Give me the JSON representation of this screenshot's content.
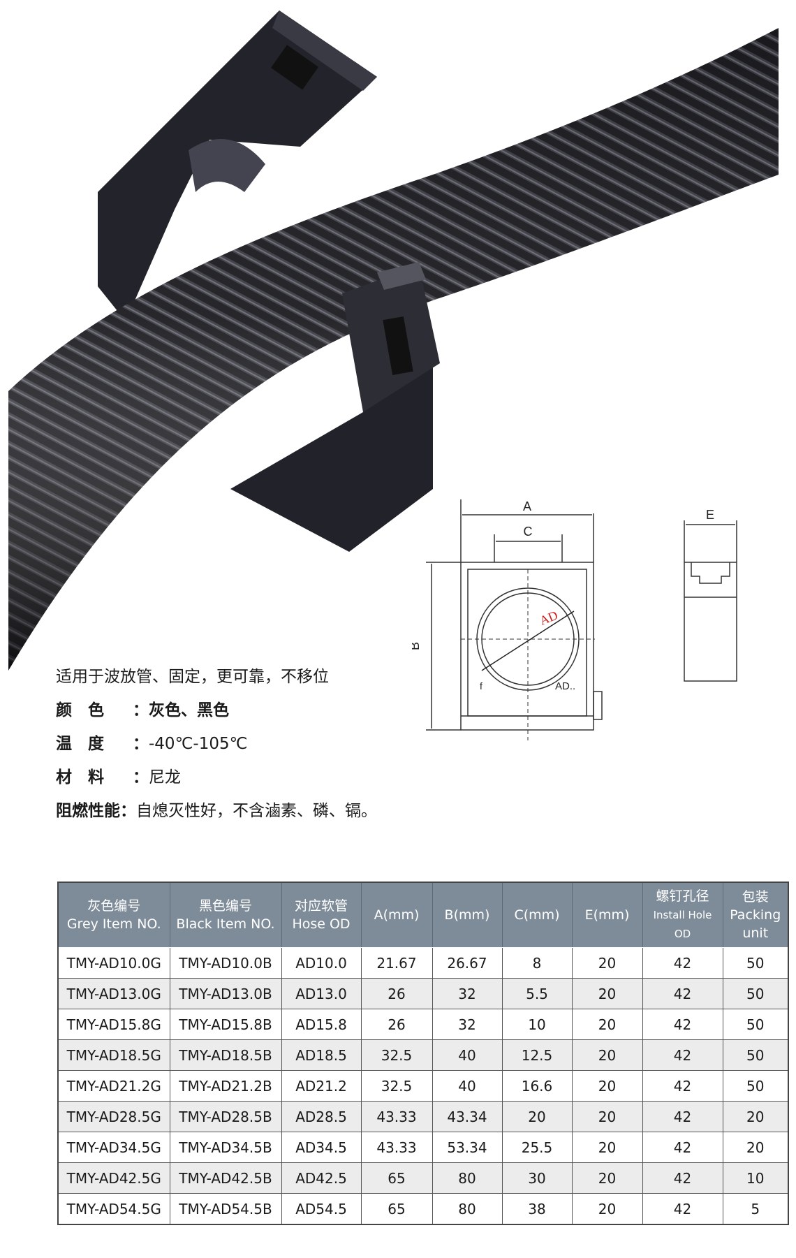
{
  "description": {
    "intro": "适用于波放管、固定，更可靠，不移位",
    "rows": [
      {
        "label": "颜　色",
        "value": "灰色、黑色",
        "bold_value": true
      },
      {
        "label": "温　度",
        "value": "-40℃-105℃",
        "bold_value": false
      },
      {
        "label": "材　料",
        "value": "尼龙",
        "bold_value": false
      },
      {
        "label": "阻燃性能",
        "value": "自熄灭性好，不含滷素、磷、镉。",
        "bold_value": false
      }
    ]
  },
  "drawing": {
    "label_a": "A",
    "label_b": "B",
    "label_c": "C",
    "label_e": "E",
    "label_ad": "AD",
    "label_ad_small": "AD..",
    "label_f": "f"
  },
  "table": {
    "headers": [
      {
        "line1": "灰色编号",
        "line2": "Grey Item NO."
      },
      {
        "line1": "黑色编号",
        "line2": "Black Item NO."
      },
      {
        "line1": "对应软管",
        "line2": "Hose OD"
      },
      {
        "line1": "A(mm)",
        "line2": ""
      },
      {
        "line1": "B(mm)",
        "line2": ""
      },
      {
        "line1": "C(mm)",
        "line2": ""
      },
      {
        "line1": "E(mm)",
        "line2": ""
      },
      {
        "line1": "螺钉孔径",
        "line2": "Install Hole OD"
      },
      {
        "line1": "包装",
        "line2": "Packing",
        "line3": "unit"
      }
    ],
    "rows": [
      [
        "TMY-AD10.0G",
        "TMY-AD10.0B",
        "AD10.0",
        "21.67",
        "26.67",
        "8",
        "20",
        "42",
        "50"
      ],
      [
        "TMY-AD13.0G",
        "TMY-AD13.0B",
        "AD13.0",
        "26",
        "32",
        "5.5",
        "20",
        "42",
        "50"
      ],
      [
        "TMY-AD15.8G",
        "TMY-AD15.8B",
        "AD15.8",
        "26",
        "32",
        "10",
        "20",
        "42",
        "50"
      ],
      [
        "TMY-AD18.5G",
        "TMY-AD18.5B",
        "AD18.5",
        "32.5",
        "40",
        "12.5",
        "20",
        "42",
        "50"
      ],
      [
        "TMY-AD21.2G",
        "TMY-AD21.2B",
        "AD21.2",
        "32.5",
        "40",
        "16.6",
        "20",
        "42",
        "50"
      ],
      [
        "TMY-AD28.5G",
        "TMY-AD28.5B",
        "AD28.5",
        "43.33",
        "43.34",
        "20",
        "20",
        "42",
        "20"
      ],
      [
        "TMY-AD34.5G",
        "TMY-AD34.5B",
        "AD34.5",
        "43.33",
        "53.34",
        "25.5",
        "20",
        "42",
        "20"
      ],
      [
        "TMY-AD42.5G",
        "TMY-AD42.5B",
        "AD42.5",
        "65",
        "80",
        "30",
        "20",
        "42",
        "10"
      ],
      [
        "TMY-AD54.5G",
        "TMY-AD54.5B",
        "AD54.5",
        "65",
        "80",
        "38",
        "20",
        "42",
        "5"
      ]
    ]
  }
}
